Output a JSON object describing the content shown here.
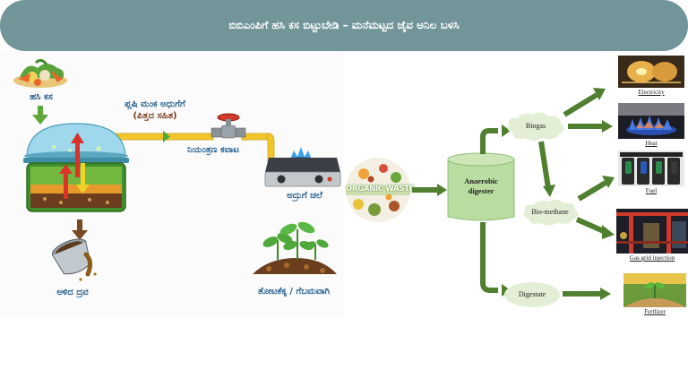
{
  "header": {
    "title": "ಬಿಬಿಎಂಪಿಗೆ ಹಸಿ ಕಸ ಬಿಟ್ಟುಬೇಡಿ – ಮನೆಮಟ್ಟದ ಜೈವ ಅನಿಲ ಬಳಸಿ"
  },
  "left_illustration": {
    "wet_waste_label": "ಹಸಿ ಕಸ",
    "gas_line_label_1": "ಪ್ಲಷಿ ಮಂಕ ಅಧುಗೆಗೆ",
    "gas_line_label_2": "(ಪಿತ್ತದ ಸಹಿತ)",
    "valve_label": "ನಿಯಂತ್ರಣ ಕವಾಟ",
    "stove_label": "ಅದ್ರುಗೆ ಚಲೆ",
    "slurry_label": "ಅಳಿದ ದ್ರವ",
    "compost_label": "ತೋಟಕೆಕ್ಕ / ಗೆಬಮವಾಗಿ"
  },
  "right_diagram": {
    "input_label": "ORGANIC WASTE",
    "digester_label_1": "Anaerobic",
    "digester_label_2": "digester",
    "nodes": {
      "biogas": "Biogas",
      "biomethane": "Bio-methane",
      "digestate": "Digestate"
    },
    "outputs": [
      {
        "label": "Electricity",
        "icon": "lightbulb-photo"
      },
      {
        "label": "Heat",
        "icon": "gas-flame-photo"
      },
      {
        "label": "Fuel",
        "icon": "fuel-pump-photo"
      },
      {
        "label": "Gas grid injection",
        "icon": "gas-plant-photo"
      },
      {
        "label": "Fertlizer",
        "icon": "seedling-photo"
      }
    ]
  },
  "colors": {
    "title_bar": "#72959a",
    "arrow_green": "#4f7f2f",
    "digester_fill": "#b9dca0",
    "cloud_fill": "#e2efd6",
    "label_blue": "#1f5b8a"
  }
}
